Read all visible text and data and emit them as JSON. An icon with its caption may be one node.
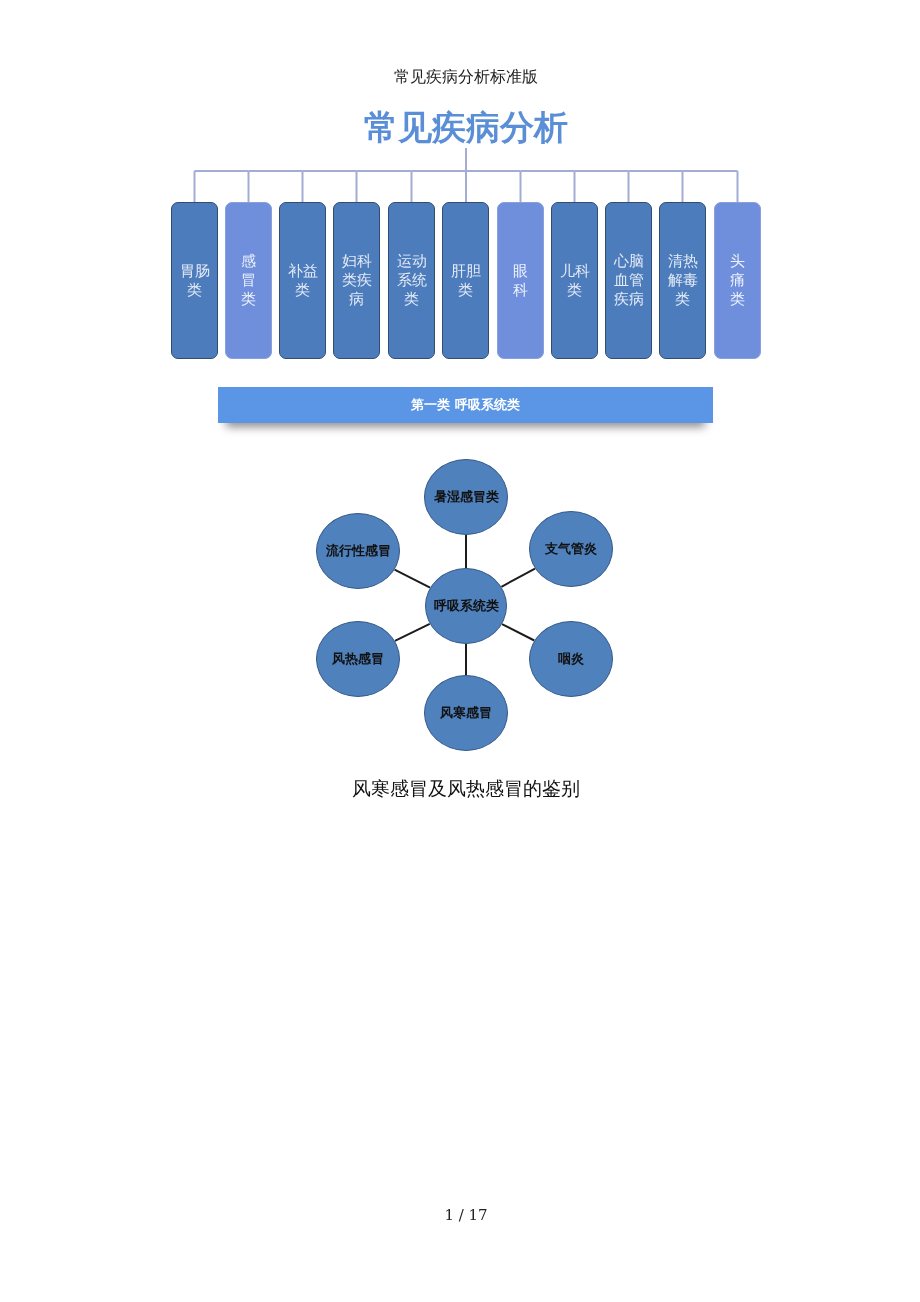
{
  "diagram": {
    "nodes": [
      {
        "text": [
          "常见疾病分析"
        ]
      },
      {
        "text": [
          "胃肠类"
        ]
      },
      {
        "text": [
          "感冒类"
        ]
      },
      {
        "text": [
          "补益类"
        ]
      },
      {
        "text": [
          "妇科类疾病"
        ]
      },
      {
        "text": [
          "运动系统类"
        ]
      },
      {
        "text": [
          "肝胆类"
        ]
      },
      {
        "text": [
          "眼科"
        ]
      },
      {
        "text": [
          "儿科类"
        ]
      },
      {
        "text": [
          "心脑血管疾病"
        ]
      },
      {
        "text": [
          "清热解毒类"
        ]
      },
      {
        "text": [
          "头痛类"
        ]
      },
      {
        "text": [
          "第一类 呼吸系统类"
        ]
      },
      {
        "text": [
          "暑湿感冒类"
        ]
      },
      {
        "text": [
          "流行性感冒"
        ]
      },
      {
        "text": [
          "支气管炎"
        ]
      },
      {
        "text": [
          "呼吸系统类"
        ]
      },
      {
        "text": [
          "风热感冒"
        ]
      },
      {
        "text": [
          "咽炎"
        ]
      },
      {
        "text": [
          "风寒感冒"
        ]
      }
    ],
    "edges": [
      {
        "from": 0,
        "to": 1,
        "arrow": "none"
      },
      {
        "from": 0,
        "to": 2,
        "arrow": "none"
      },
      {
        "from": 0,
        "to": 3,
        "arrow": "none"
      },
      {
        "from": 0,
        "to": 4,
        "arrow": "none"
      },
      {
        "from": 0,
        "to": 5,
        "arrow": "none"
      },
      {
        "from": 0,
        "to": 6,
        "arrow": "none"
      },
      {
        "from": 0,
        "to": 7,
        "arrow": "none"
      },
      {
        "from": 0,
        "to": 8,
        "arrow": "none"
      },
      {
        "from": 0,
        "to": 9,
        "arrow": "none"
      },
      {
        "from": 0,
        "to": 10,
        "arrow": "none"
      },
      {
        "from": 0,
        "to": 11,
        "arrow": "none"
      },
      {
        "from": 16,
        "to": 13,
        "arrow": "none",
        "color": "#1c1c1c"
      },
      {
        "from": 16,
        "to": 14,
        "arrow": "none",
        "color": "#1c1c1c"
      },
      {
        "from": 16,
        "to": 15,
        "arrow": "none",
        "color": "#1c1c1c"
      },
      {
        "from": 16,
        "to": 17,
        "arrow": "none",
        "color": "#1c1c1c"
      },
      {
        "from": 16,
        "to": 18,
        "arrow": "none",
        "color": "#1c1c1c"
      },
      {
        "from": 16,
        "to": 19,
        "arrow": "none",
        "color": "#1c1c1c"
      }
    ],
    "labels": [
      "常见疾病分析标准版",
      "风寒感冒及风热感冒的鉴别",
      "1 / 17"
    ]
  }
}
